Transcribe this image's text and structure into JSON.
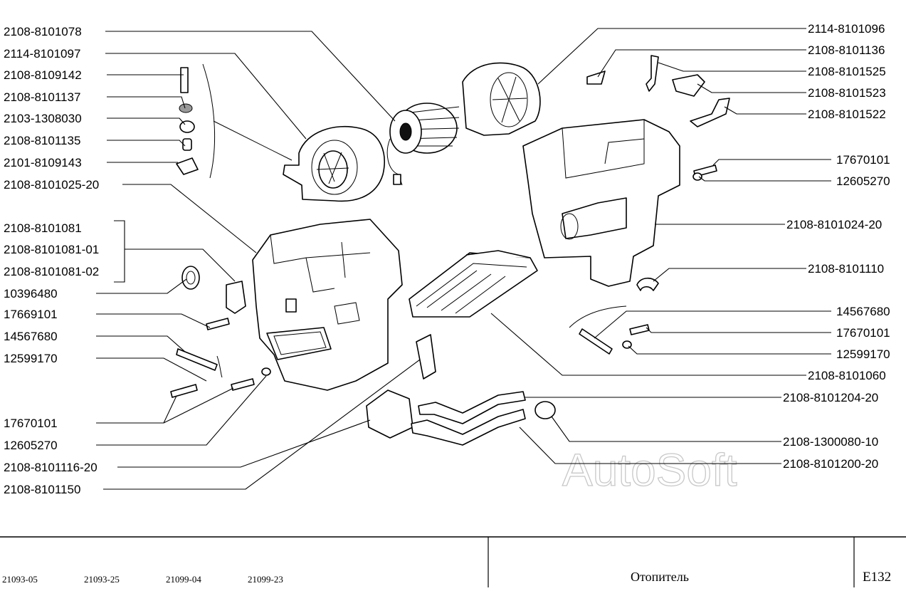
{
  "labels": {
    "l1": "2108-8101078",
    "l2": "2114-8101097",
    "l3": "2108-8109142",
    "l4": "2108-8101137",
    "l5": "2103-1308030",
    "l6": "2108-8101135",
    "l7": "2101-8109143",
    "l8": "2108-8101025-20",
    "l9": "2108-8101081",
    "l10": "2108-8101081-01",
    "l11": "2108-8101081-02",
    "l12": "10396480",
    "l13": "17669101",
    "l14": "14567680",
    "l15": "12599170",
    "l16": "17670101",
    "l17": "12605270",
    "l18": "2108-8101116-20",
    "l19": "2108-8101150",
    "r1": "2114-8101096",
    "r2": "2108-8101136",
    "r3": "2108-8101525",
    "r4": "2108-8101523",
    "r5": "2108-8101522",
    "r6": "17670101",
    "r7": "12605270",
    "r8": "2108-8101024-20",
    "r9": "2108-8101110",
    "r10": "14567680",
    "r11": "17670101",
    "r12": "12599170",
    "r13": "2108-8101060",
    "r14": "2108-8101204-20",
    "r15": "2108-1300080-10",
    "r16": "2108-8101200-20"
  },
  "watermark": "AutoSoft",
  "footer": {
    "models": [
      "21093-05",
      "21093-25",
      "21099-04",
      "21099-23"
    ],
    "title": "Отопитель",
    "code": "E132"
  }
}
